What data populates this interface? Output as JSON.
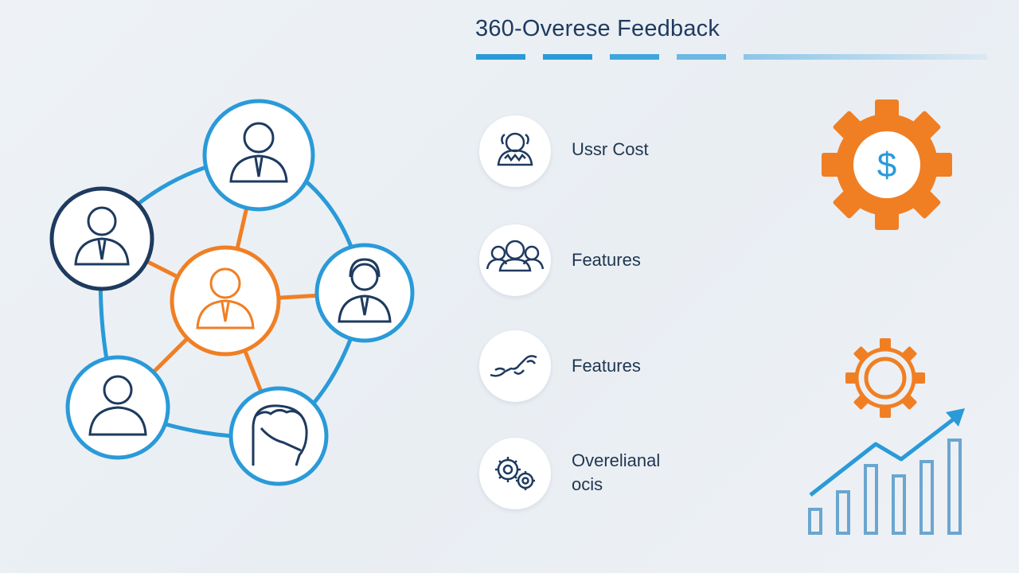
{
  "title": "360-Overese Feedback",
  "colors": {
    "blue": "#2a9ad8",
    "orange": "#f07f24",
    "navy": "#1e3a5f",
    "light_bar": "#b7d3e8"
  },
  "network": {
    "nodes": [
      {
        "id": "center",
        "icon": "person-tie-icon",
        "color": "orange"
      },
      {
        "id": "top",
        "icon": "person-tie-icon",
        "color": "blue"
      },
      {
        "id": "left",
        "icon": "person-tie-icon",
        "color": "navy"
      },
      {
        "id": "right",
        "icon": "person-headset-icon",
        "color": "blue"
      },
      {
        "id": "bottom-left",
        "icon": "person-icon",
        "color": "blue"
      },
      {
        "id": "bottom-right",
        "icon": "face-profile-icon",
        "color": "blue"
      }
    ]
  },
  "list": [
    {
      "label": "Ussr Cost",
      "icon": "user-brain-icon"
    },
    {
      "label": "Features",
      "icon": "group-users-icon"
    },
    {
      "label": "Features",
      "icon": "handshake-icon"
    },
    {
      "label_line1": "Overelianal",
      "label_line2": "ocis",
      "icon": "gears-icon"
    }
  ],
  "right_icons": {
    "top": "dollar-gear-icon",
    "bottom_gear": "gear-icon",
    "bottom_chart": "growth-chart-icon"
  }
}
